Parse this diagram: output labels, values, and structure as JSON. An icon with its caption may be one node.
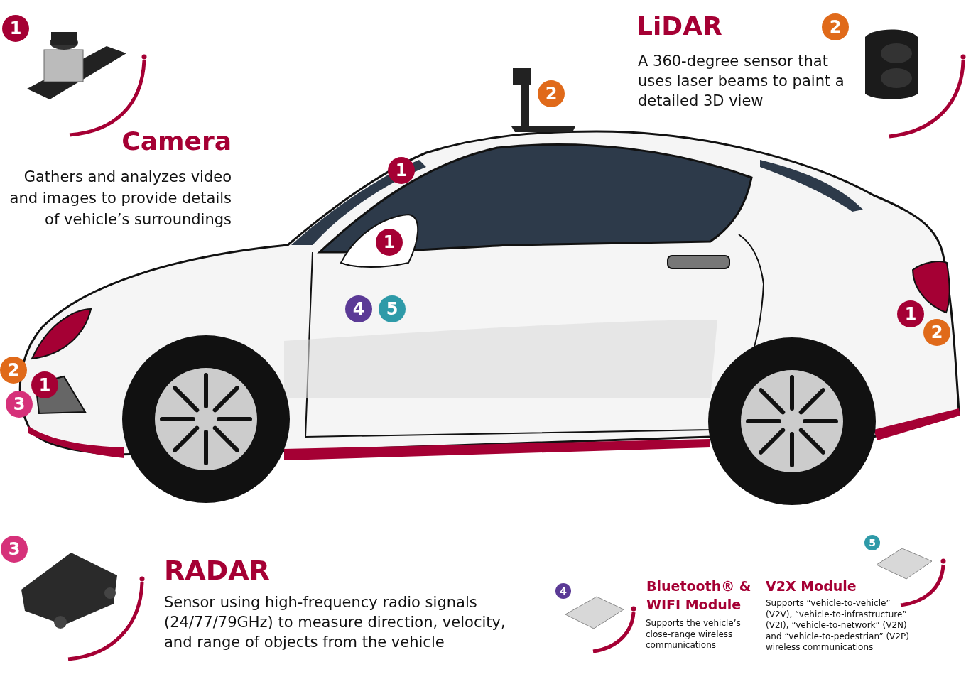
{
  "diagram": {
    "nodes": [
      {
        "text": [
          "1"
        ]
      },
      {
        "text": [
          "2"
        ]
      },
      {
        "text": [
          "2"
        ]
      },
      {
        "text": [
          "1"
        ]
      },
      {
        "text": [
          "1"
        ]
      },
      {
        "text": [
          "4"
        ]
      },
      {
        "text": [
          "5"
        ]
      },
      {
        "text": [
          "1"
        ]
      },
      {
        "text": [
          "2"
        ]
      },
      {
        "text": [
          "2"
        ]
      },
      {
        "text": [
          "1"
        ]
      },
      {
        "text": [
          "3"
        ]
      },
      {
        "text": [
          "3"
        ]
      },
      {
        "text": [
          "5"
        ]
      },
      {
        "text": [
          "4"
        ]
      }
    ],
    "labels": [
      "LiDAR",
      "A 360-degree sensor that uses laser beams to paint a detailed 3D view",
      "Camera",
      "Gathers and analyzes video and images to provide details of vehicle’s surroundings",
      "RADAR",
      "Sensor using high-frequency radio signals (24/77/79GHz) to measure direction, velocity, and range of objects from the vehicle",
      "Bluetooth® & WIFI Module",
      "V2X Module",
      "Supports the vehicle’s close-range wireless communications",
      "Supports “vehicle-to-vehicle” (V2V), “vehicle-to-infrastructure” (V2I), “vehicle-to-network” (V2N) and “vehicle-to-pedestrian” (V2P) wireless communications"
    ]
  }
}
